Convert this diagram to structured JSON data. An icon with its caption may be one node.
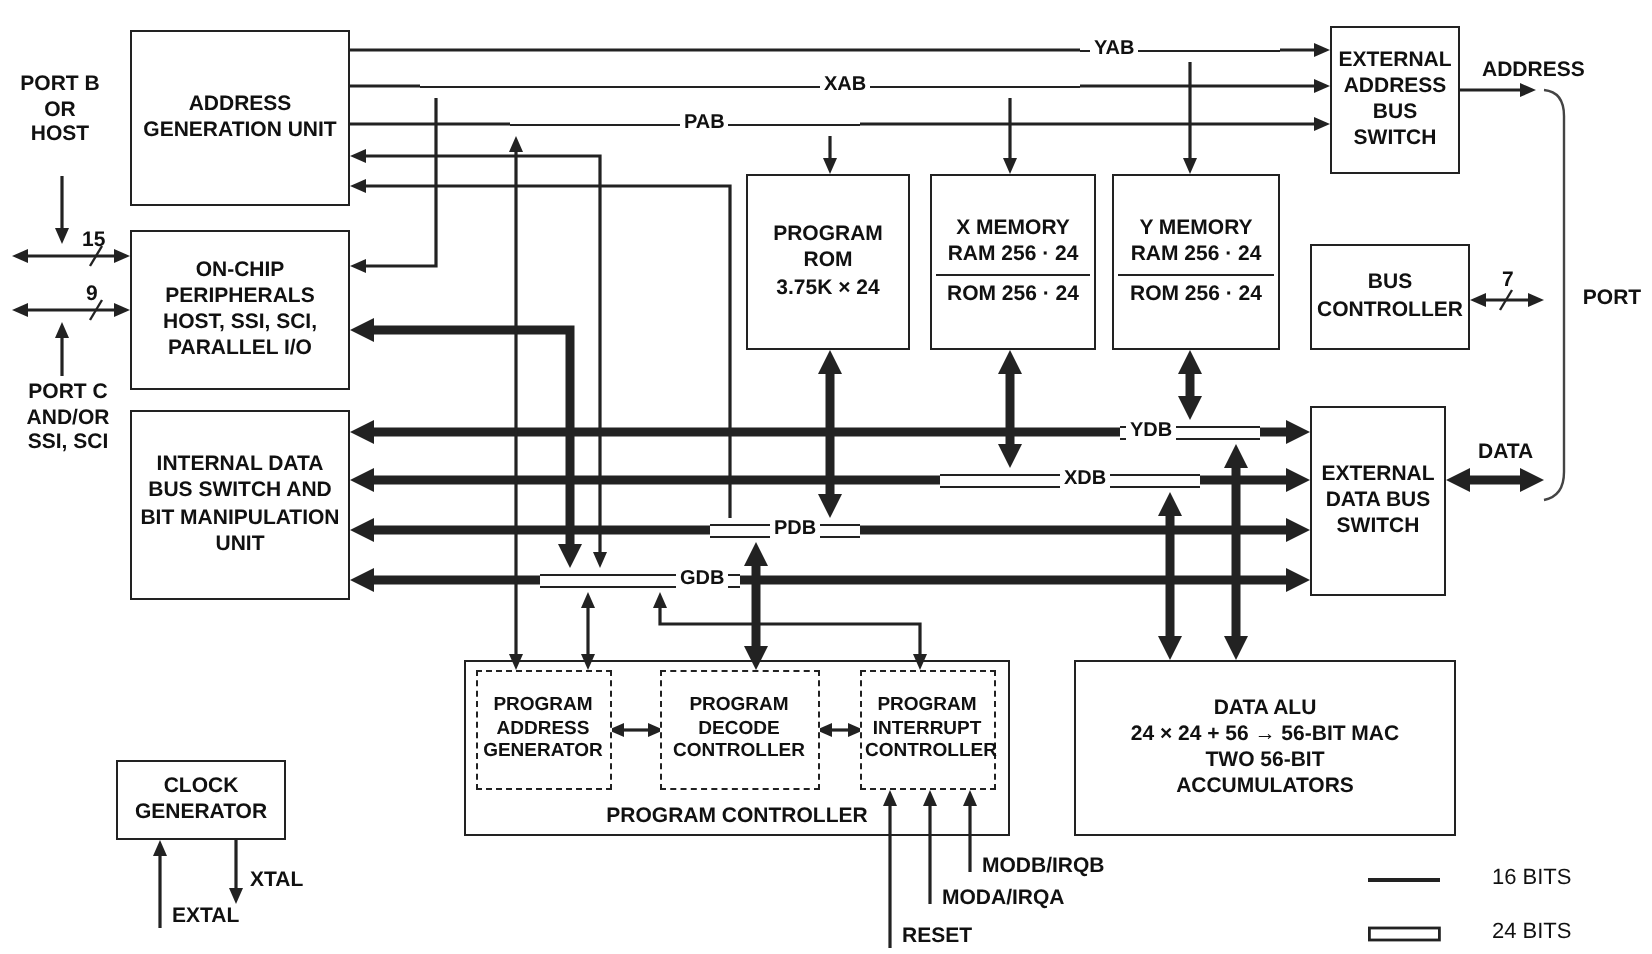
{
  "diagram": {
    "nodes": [
      {
        "text": [
          "ADDRESS GENERATION UNIT"
        ]
      },
      {
        "text": [
          "ON-CHIP PERIPHERALS HOST, SSI, SCI, PARALLEL I/O"
        ]
      },
      {
        "text": [
          "INTERNAL DATA BUS SWITCH AND BIT MANIPULATION UNIT"
        ]
      },
      {
        "text": [
          "PROGRAM ROM",
          "3.75K × 24"
        ]
      },
      {
        "text": [
          "X MEMORY RAM 256 · 24",
          "ROM 256 · 24"
        ]
      },
      {
        "text": [
          "Y MEMORY RAM 256 · 24",
          "ROM 256 · 24"
        ]
      },
      {
        "text": [
          "EXTERNAL ADDRESS BUS SWITCH"
        ]
      },
      {
        "text": [
          "BUS CONTROLLER"
        ]
      },
      {
        "text": [
          "EXTERNAL DATA BUS SWITCH"
        ]
      },
      {
        "text": [
          "PROGRAM CONTROLLER"
        ]
      },
      {
        "text": [
          "PROGRAM ADDRESS GENERATOR"
        ],
        "in": 9
      },
      {
        "text": [
          "PROGRAM DECODE CONTROLLER"
        ],
        "in": 9
      },
      {
        "text": [
          "PROGRAM INTERRUPT CONTROLLER"
        ],
        "in": 9
      },
      {
        "text": [
          "DATA ALU",
          "24 × 24 + 56 → 56-BIT MAC TWO 56-BIT ACCUMULATORS"
        ]
      },
      {
        "text": [
          "CLOCK GENERATOR"
        ]
      },
      {
        "text": [
          "YAB"
        ]
      },
      {
        "text": [
          "XAB"
        ]
      },
      {
        "text": [
          "PAB"
        ]
      },
      {
        "text": [
          "YDB"
        ]
      },
      {
        "text": [
          "XDB"
        ]
      },
      {
        "text": [
          "PDB"
        ]
      },
      {
        "text": [
          "GDB"
        ]
      }
    ],
    "edges": [
      {
        "from": 0,
        "to": 15,
        "arrow": "none"
      },
      {
        "from": 0,
        "to": 16,
        "arrow": "none"
      },
      {
        "from": 0,
        "to": 17,
        "arrow": "none"
      },
      {
        "from": 15,
        "to": 6,
        "arrow": "to"
      },
      {
        "from": 16,
        "to": 6,
        "arrow": "to"
      },
      {
        "from": 17,
        "to": 6,
        "arrow": "to"
      },
      {
        "from": 17,
        "to": 3,
        "arrow": "to"
      },
      {
        "from": 16,
        "to": 4,
        "arrow": "to"
      },
      {
        "from": 15,
        "to": 5,
        "arrow": "to"
      },
      {
        "from": 6,
        "to": null,
        "arrow": "to",
        "label": "ADDRESS"
      },
      {
        "from": 7,
        "to": null,
        "arrow": "both",
        "label": "7"
      },
      {
        "from": 8,
        "to": null,
        "arrow": "both",
        "label": "DATA",
        "style": "thick"
      },
      {
        "from": null,
        "to": 1,
        "arrow": "both",
        "label": "15"
      },
      {
        "from": null,
        "to": 1,
        "arrow": "both",
        "label": "9"
      },
      {
        "from": 21,
        "to": 0,
        "arrow": "both"
      },
      {
        "from": 20,
        "to": 0,
        "arrow": "to"
      },
      {
        "from": 16,
        "to": 1,
        "arrow": "to"
      },
      {
        "from": 1,
        "to": 21,
        "arrow": "both",
        "style": "thick"
      },
      {
        "from": 18,
        "to": 2,
        "arrow": "to",
        "style": "thick"
      },
      {
        "from": 19,
        "to": 2,
        "arrow": "to",
        "style": "thick"
      },
      {
        "from": 20,
        "to": 2,
        "arrow": "to",
        "style": "thick"
      },
      {
        "from": 21,
        "to": 2,
        "arrow": "to",
        "style": "thick"
      },
      {
        "from": 18,
        "to": 8,
        "arrow": "to",
        "style": "thick"
      },
      {
        "from": 19,
        "to": 8,
        "arrow": "to",
        "style": "thick"
      },
      {
        "from": 20,
        "to": 8,
        "arrow": "to",
        "style": "thick"
      },
      {
        "from": 21,
        "to": 8,
        "arrow": "to",
        "style": "thick"
      },
      {
        "from": 3,
        "to": 20,
        "arrow": "both",
        "style": "thick"
      },
      {
        "from": 4,
        "to": 19,
        "arrow": "both",
        "style": "thick"
      },
      {
        "from": 5,
        "to": 18,
        "arrow": "both",
        "style": "thick"
      },
      {
        "from": 10,
        "to": 17,
        "arrow": "both"
      },
      {
        "from": 10,
        "to": 21,
        "arrow": "both"
      },
      {
        "from": 20,
        "to": 11,
        "arrow": "both",
        "style": "thick"
      },
      {
        "from": 12,
        "to": 21,
        "arrow": "both"
      },
      {
        "from": 19,
        "to": 13,
        "arrow": "both",
        "style": "thick"
      },
      {
        "from": 18,
        "to": 13,
        "arrow": "both",
        "style": "thick"
      },
      {
        "from": 10,
        "to": 11,
        "arrow": "both"
      },
      {
        "from": 11,
        "to": 12,
        "arrow": "both"
      },
      {
        "from": null,
        "to": 14,
        "arrow": "to",
        "label": "EXTAL"
      },
      {
        "from": 14,
        "to": null,
        "arrow": "to",
        "label": "XTAL"
      },
      {
        "from": null,
        "to": 12,
        "arrow": "to",
        "label": "MODB/IRQB"
      },
      {
        "from": null,
        "to": 12,
        "arrow": "to",
        "label": "MODA/IRQA"
      },
      {
        "from": null,
        "to": 12,
        "arrow": "to",
        "label": "RESET"
      }
    ],
    "labels": [
      "PORT B OR HOST",
      "PORT C AND/OR SSI, SCI",
      "PORT"
    ],
    "legend": [
      {
        "text": "16 BITS"
      },
      {
        "text": "24 BITS"
      }
    ]
  }
}
